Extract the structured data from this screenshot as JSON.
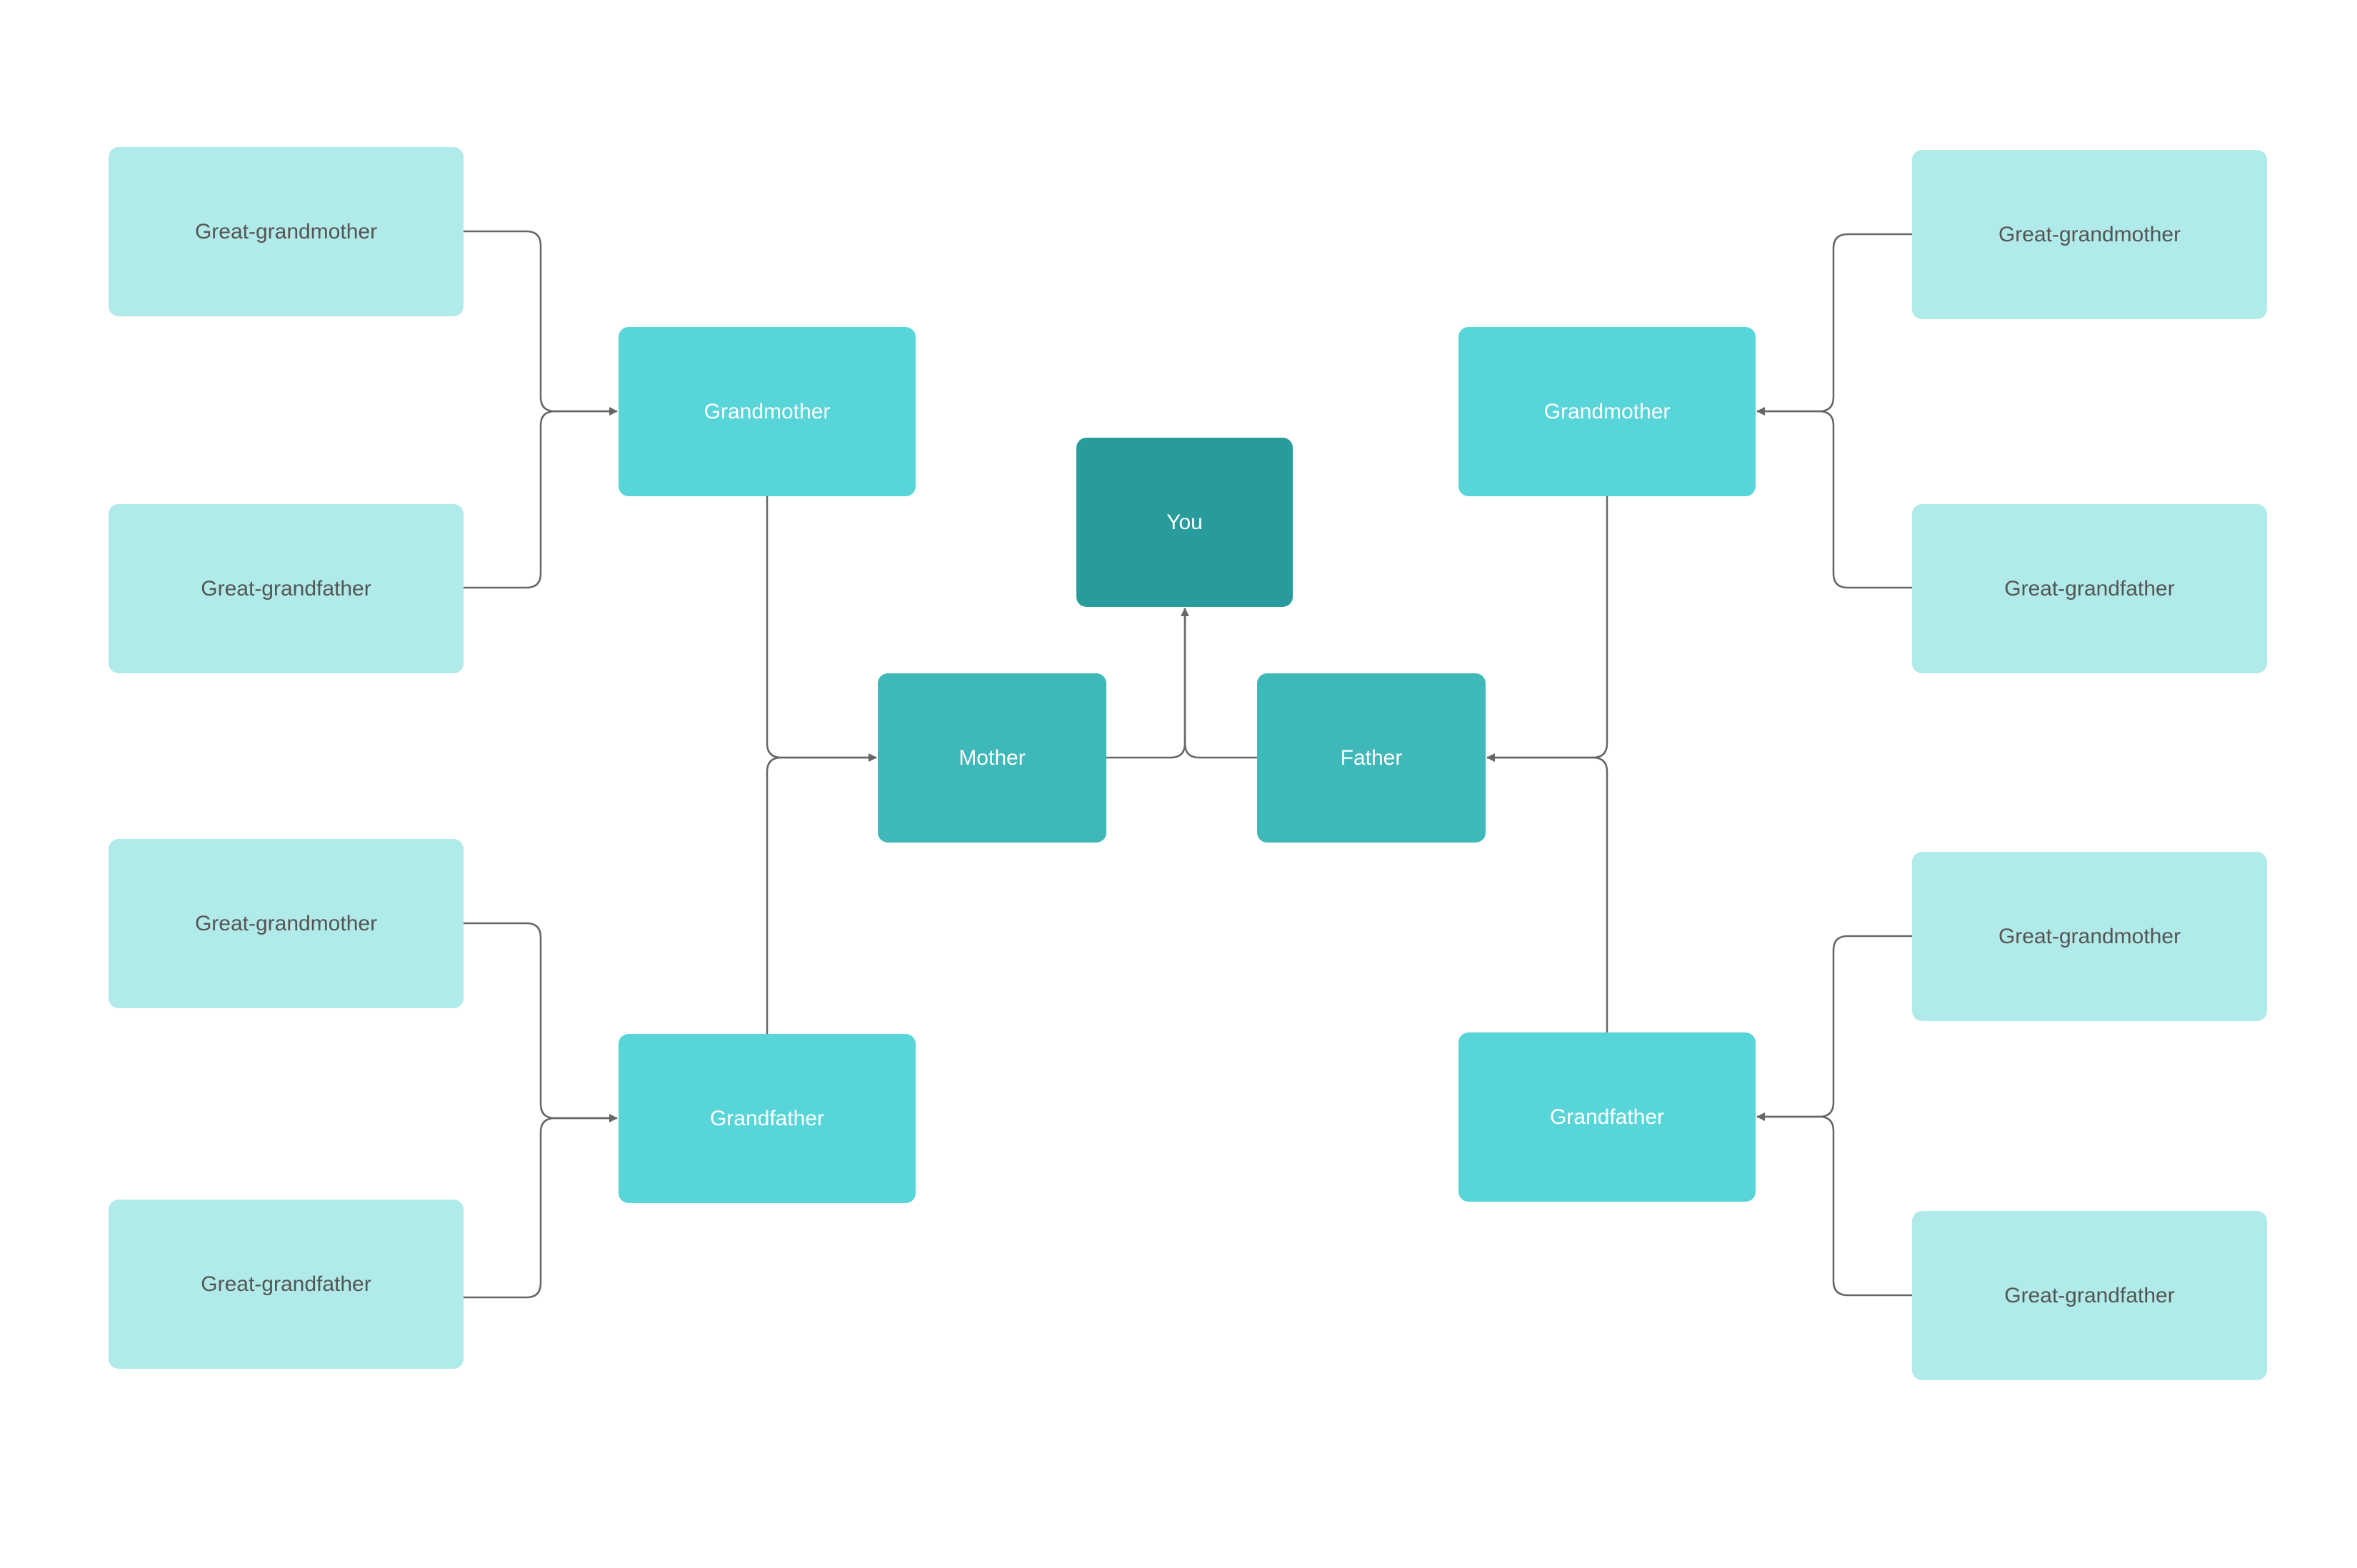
{
  "diagram": {
    "you": "You",
    "mother": "Mother",
    "father": "Father",
    "maternal_grandmother": "Grandmother",
    "maternal_grandfather": "Grandfather",
    "paternal_grandmother": "Grandmother",
    "paternal_grandfather": "Grandfather",
    "great_grandparents": [
      "Great-grandmother",
      "Great-grandfather",
      "Great-grandmother",
      "Great-grandfather",
      "Great-grandmother",
      "Great-grandfather",
      "Great-grandmother",
      "Great-grandfather"
    ]
  },
  "colors": {
    "you": "#289c9c",
    "parents": "#3fb8b9",
    "grandparents": "#58d5d8",
    "great_grandparents": "#b0ebe9",
    "connector": "#666666"
  }
}
